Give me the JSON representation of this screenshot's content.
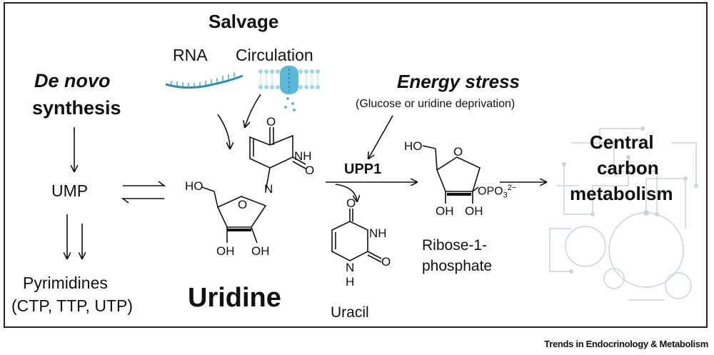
{
  "labels": {
    "salvage": "Salvage",
    "rna": "RNA",
    "circulation": "Circulation",
    "de_novo_italic": "De novo",
    "synthesis": "synthesis",
    "ump": "UMP",
    "pyrimidines": "Pyrimidines",
    "pyrimidines_list": "(CTP, TTP, UTP)",
    "uridine": "Uridine",
    "energy_stress": "Energy stress",
    "deprivation": "(Glucose or uridine deprivation)",
    "upp1": "UPP1",
    "uracil": "Uracil",
    "ribose_line1": "Ribose-1-",
    "ribose_line2": "phosphate",
    "central": "Central",
    "carbon": "carbon",
    "metabolism": "metabolism"
  },
  "chem": {
    "o": "O",
    "nh": "NH",
    "n": "N",
    "h": "H",
    "ho": "HO",
    "oh": "OH",
    "opo3": "OPO",
    "opo3_sub": "3",
    "opo3_sup": "2−"
  },
  "footer": "Trends in Endocrinology & Metabolism",
  "colors": {
    "membrane": "#5bb8d6",
    "rna": "#2a8fb5",
    "network": "#c9d4de"
  }
}
